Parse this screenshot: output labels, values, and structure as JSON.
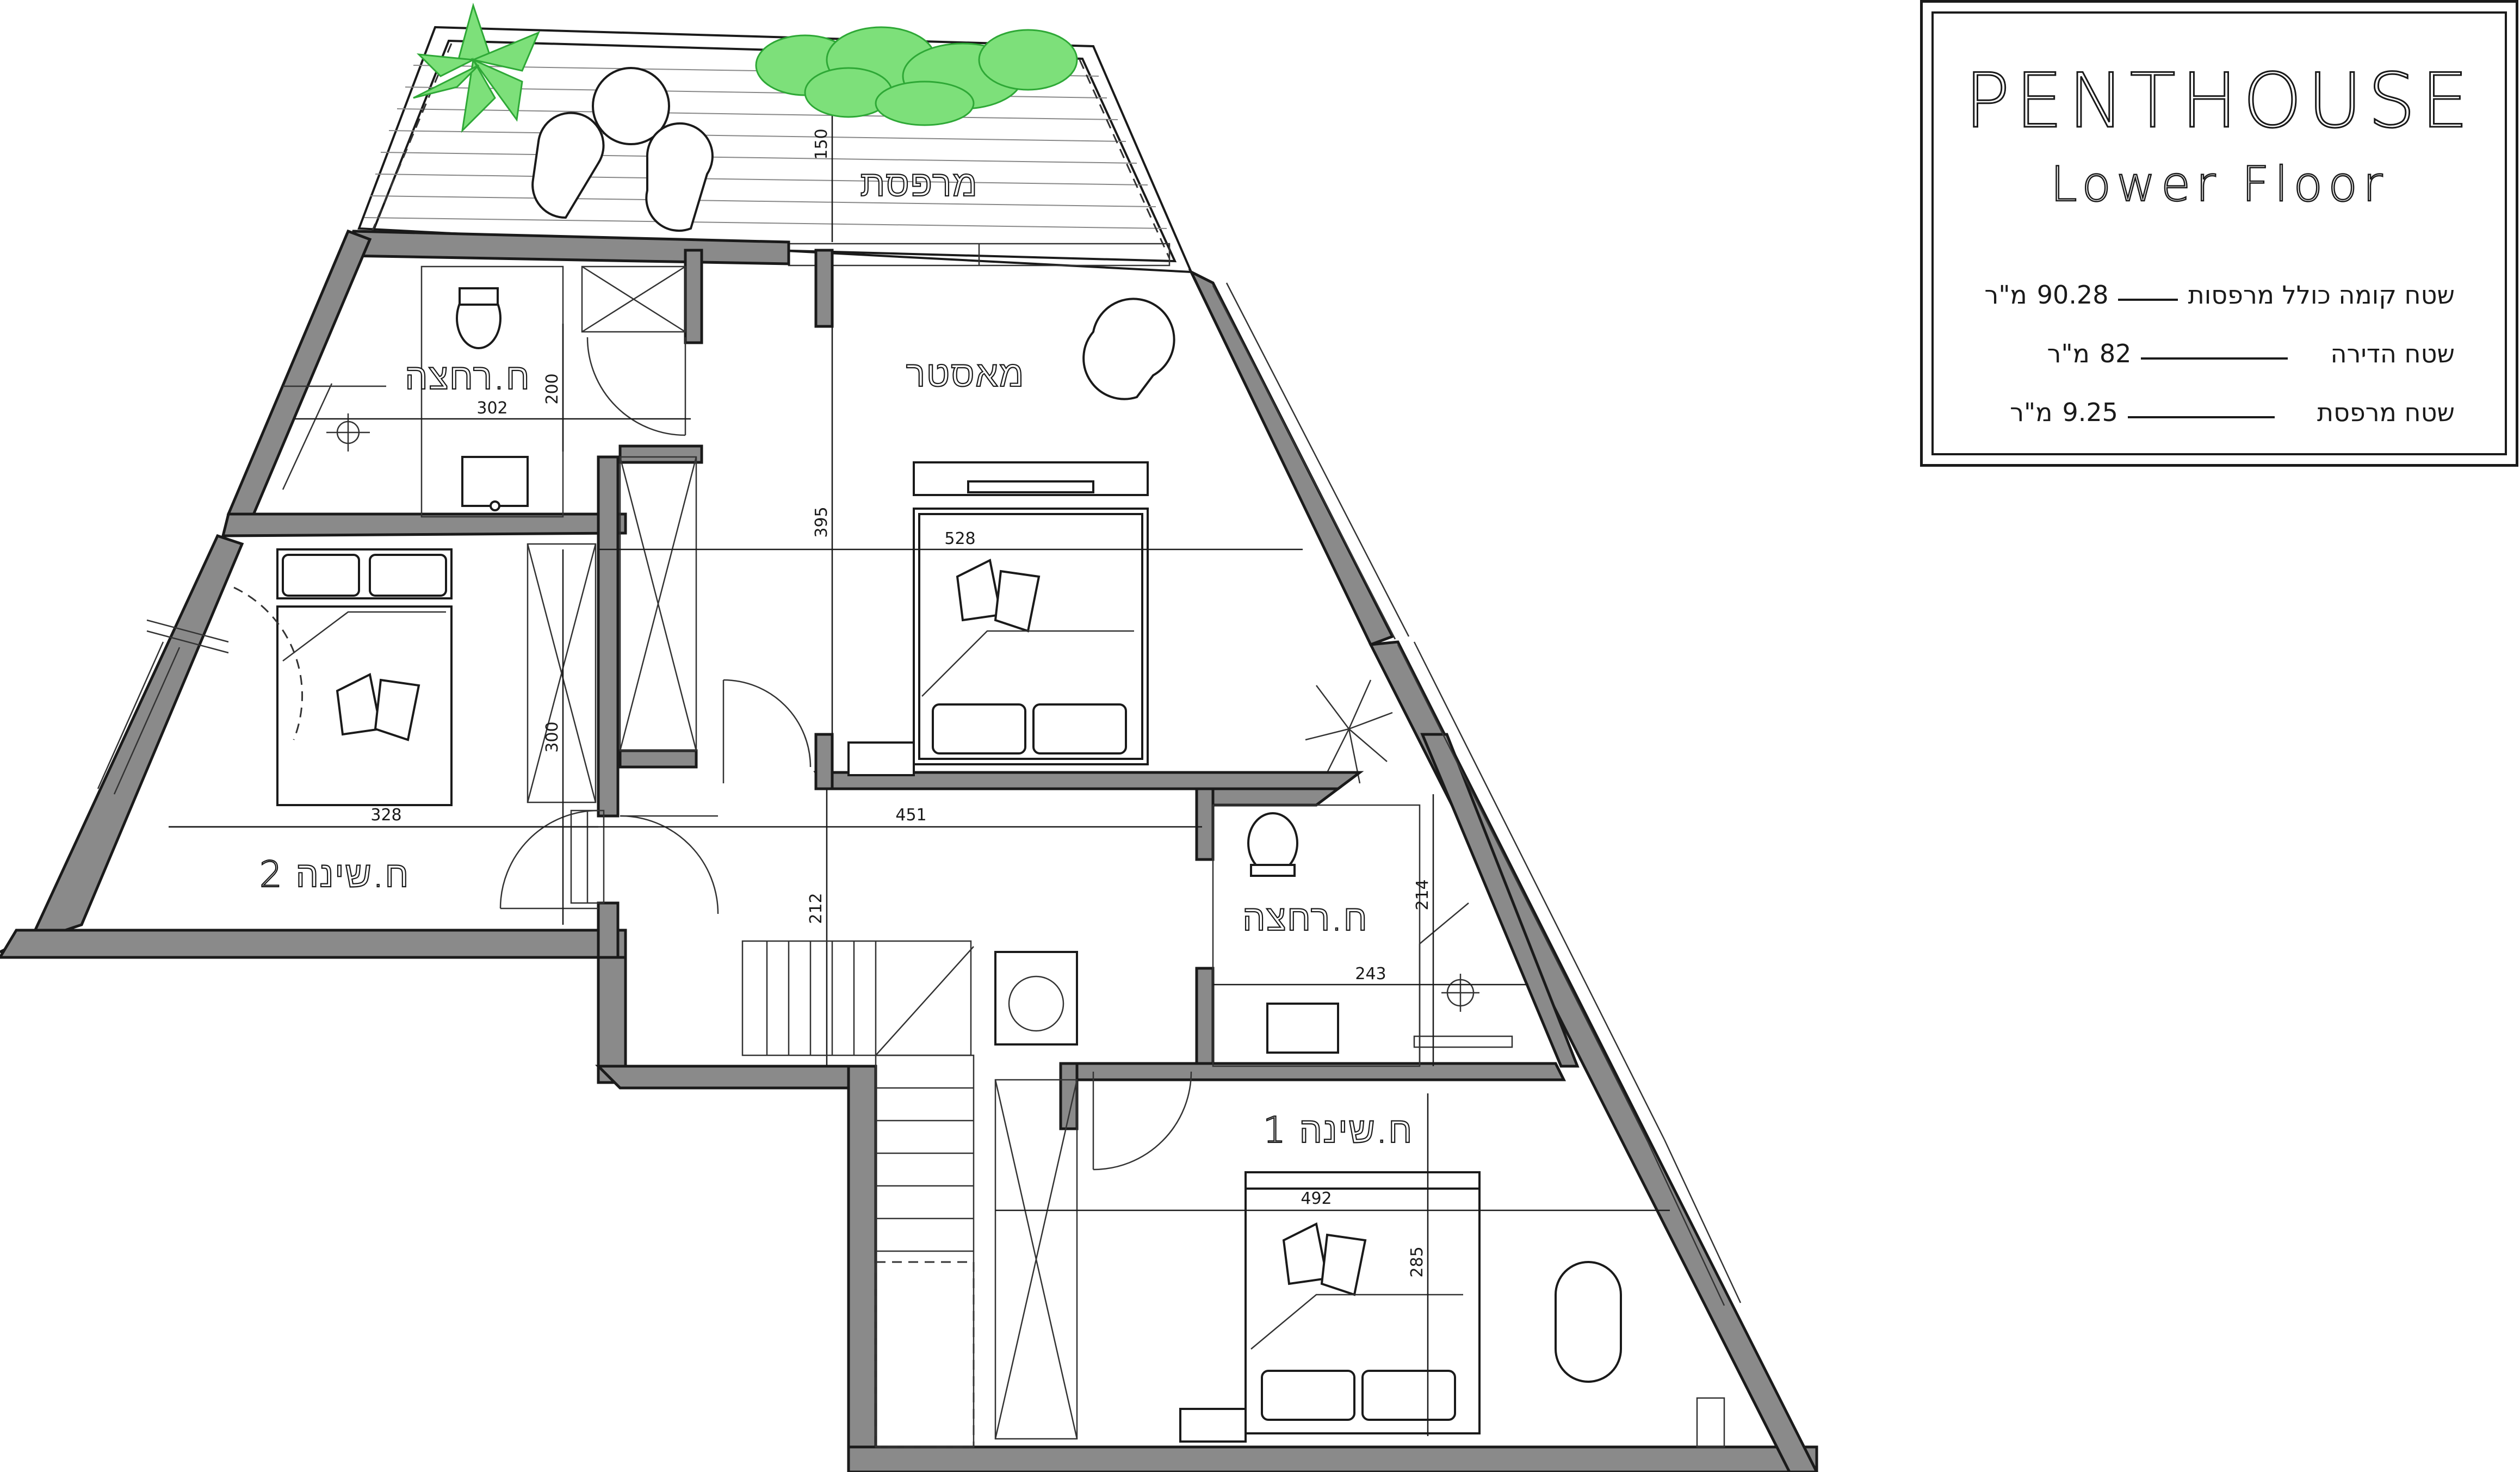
{
  "legend": {
    "title": "PENTHOUSE",
    "subtitle": "Lower Floor",
    "rows": [
      {
        "label": "שטח קומה כולל מרפסות",
        "value": "90.28",
        "unit": "מ\"ר"
      },
      {
        "label": "שטח הדירה",
        "value": "82",
        "unit": "מ\"ר"
      },
      {
        "label": "שטח מרפסת",
        "value": "9.25",
        "unit": "מ\"ר"
      }
    ]
  },
  "rooms": {
    "balcony": "מרפסת",
    "master": "מאסטר",
    "bath_top": "ח.רחצה",
    "bath_right": "ח.רחצה",
    "bedroom2": "ח.שינה 2",
    "bedroom1": "ח.שינה 1"
  },
  "dimensions": {
    "balcony_depth": "150",
    "bath_top_width": "302",
    "bath_top_depth": "200",
    "master_depth": "395",
    "master_width": "528",
    "bedroom2_width": "328",
    "bedroom2_depth": "300",
    "corridor_width": "451",
    "corridor_depth": "212",
    "bath_right_depth": "214",
    "bath_right_width": "243",
    "bedroom1_width": "492",
    "bedroom1_depth": "285"
  },
  "colors": {
    "wall_fill": "#8a8a8a",
    "line": "#1a1a1a",
    "plant_fill": "#7de07a",
    "plant_stroke": "#2ea836"
  }
}
